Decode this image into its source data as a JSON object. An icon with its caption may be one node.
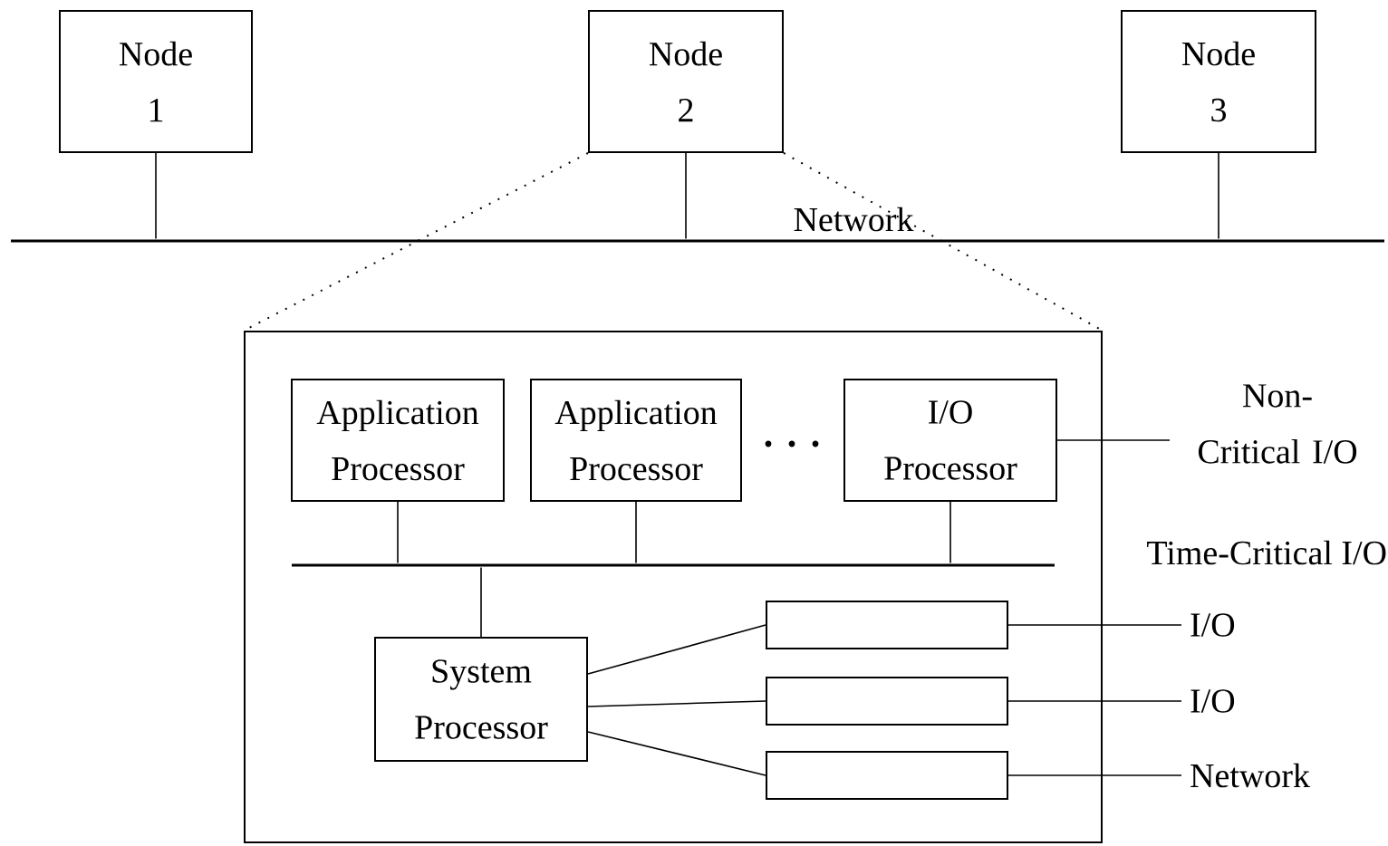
{
  "diagram": {
    "nodes": [
      {
        "text": [
          "Node 1"
        ]
      },
      {
        "text": [
          "Node 2"
        ]
      },
      {
        "text": [
          "Node 3"
        ]
      },
      {
        "text": [],
        "shape": "bar",
        "beside": [
          "Network"
        ]
      },
      {
        "text": [],
        "shape": "box"
      },
      {
        "text": [
          "Application Processor"
        ],
        "in": 4
      },
      {
        "text": [
          "Application Processor"
        ],
        "in": 4
      },
      {
        "text": [
          "I/O Processor"
        ],
        "in": 4
      },
      {
        "text": [],
        "shape": "bar",
        "in": 4
      },
      {
        "text": [
          "System Processor"
        ],
        "in": 4
      },
      {
        "text": [],
        "shape": "box",
        "in": 4
      },
      {
        "text": [],
        "shape": "box",
        "in": 4
      },
      {
        "text": [],
        "shape": "box",
        "in": 4
      },
      {
        "text": [
          "Non-Critical I/O"
        ]
      },
      {
        "text": [
          "I/O"
        ]
      },
      {
        "text": [
          "I/O"
        ]
      },
      {
        "text": [
          "Network"
        ]
      }
    ],
    "edges": [
      {
        "from": 0,
        "to": 3,
        "arrow": "none"
      },
      {
        "from": 1,
        "to": 3,
        "arrow": "none"
      },
      {
        "from": 2,
        "to": 3,
        "arrow": "none"
      },
      {
        "from": 1,
        "to": 4,
        "arrow": "none",
        "style": "dashed"
      },
      {
        "from": 1,
        "to": 4,
        "arrow": "none",
        "style": "dashed"
      },
      {
        "from": 5,
        "to": 8,
        "arrow": "none"
      },
      {
        "from": 6,
        "to": 8,
        "arrow": "none"
      },
      {
        "from": 7,
        "to": 8,
        "arrow": "none"
      },
      {
        "from": 9,
        "to": 8,
        "arrow": "none"
      },
      {
        "from": 9,
        "to": 10,
        "arrow": "none"
      },
      {
        "from": 9,
        "to": 11,
        "arrow": "none"
      },
      {
        "from": 9,
        "to": 12,
        "arrow": "none"
      },
      {
        "from": 7,
        "to": 13,
        "arrow": "none"
      },
      {
        "from": 10,
        "to": 14,
        "arrow": "none"
      },
      {
        "from": 11,
        "to": 15,
        "arrow": "none"
      },
      {
        "from": 12,
        "to": 16,
        "arrow": "none"
      }
    ],
    "labels": [
      "Time-Critical I/O"
    ]
  }
}
